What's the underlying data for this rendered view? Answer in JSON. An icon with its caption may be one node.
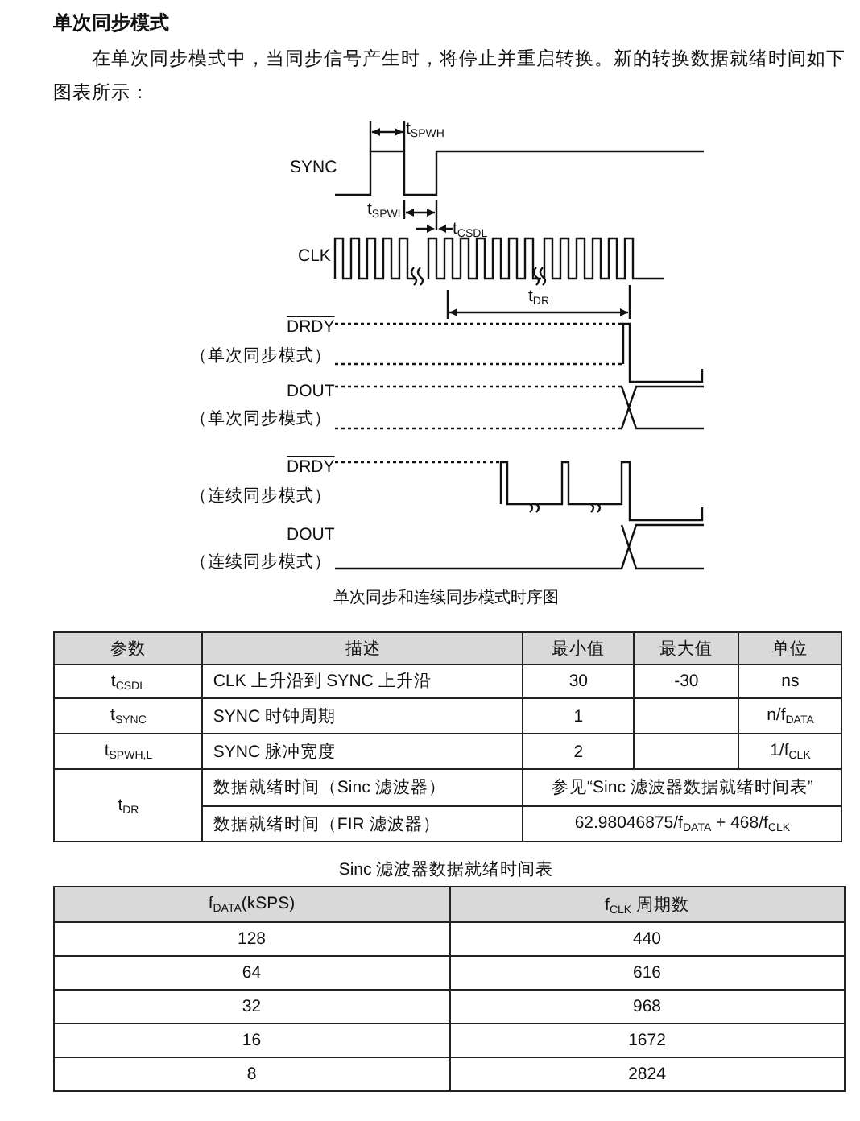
{
  "diagram": {
    "title": "单次同步模式",
    "caption": "单次同步和连续同步模式时序图",
    "labels": [
      "在单次同步模式中，当同步信号产生时，将停止并重启转换。新的转换数据就绪时间如下图表所示：",
      "t$_{SPWH}$",
      "SYNC",
      "t$_{SPWL}$",
      "t$_{CSDL}$",
      "CLK",
      "t$_{DR}$",
      "DRDY",
      "（单次同步模式）",
      "DOUT",
      "（单次同步模式）",
      "DRDY",
      "（连续同步模式）",
      "DOUT",
      "（连续同步模式）",
      "参数",
      "描述",
      "最小值",
      "最大值",
      "单位",
      "t$_{CSDL}$",
      "CLK 上升沿到 SYNC 上升沿",
      "30",
      "-30",
      "ns",
      "t$_{SYNC}$",
      "SYNC 时钟周期",
      "1",
      "n/f$_{DATA}$",
      "t$_{SPWH,L}$",
      "SYNC 脉冲宽度",
      "2",
      "1/f$_{CLK}$",
      "t$_{DR}$",
      "数据就绪时间（Sinc 滤波器）",
      "参见“Sinc 滤波器数据就绪时间表”",
      "数据就绪时间（FIR 滤波器）",
      "62.98046875/f$_{DATA}$ + 468/f$_{CLK}$",
      "Sinc 滤波器数据就绪时间表",
      "f$_{DATA}$(kSPS)",
      "f$_{CLK}$ 周期数",
      "128",
      "440",
      "64",
      "616",
      "32",
      "968",
      "16",
      "1672",
      "8",
      "2824"
    ]
  }
}
